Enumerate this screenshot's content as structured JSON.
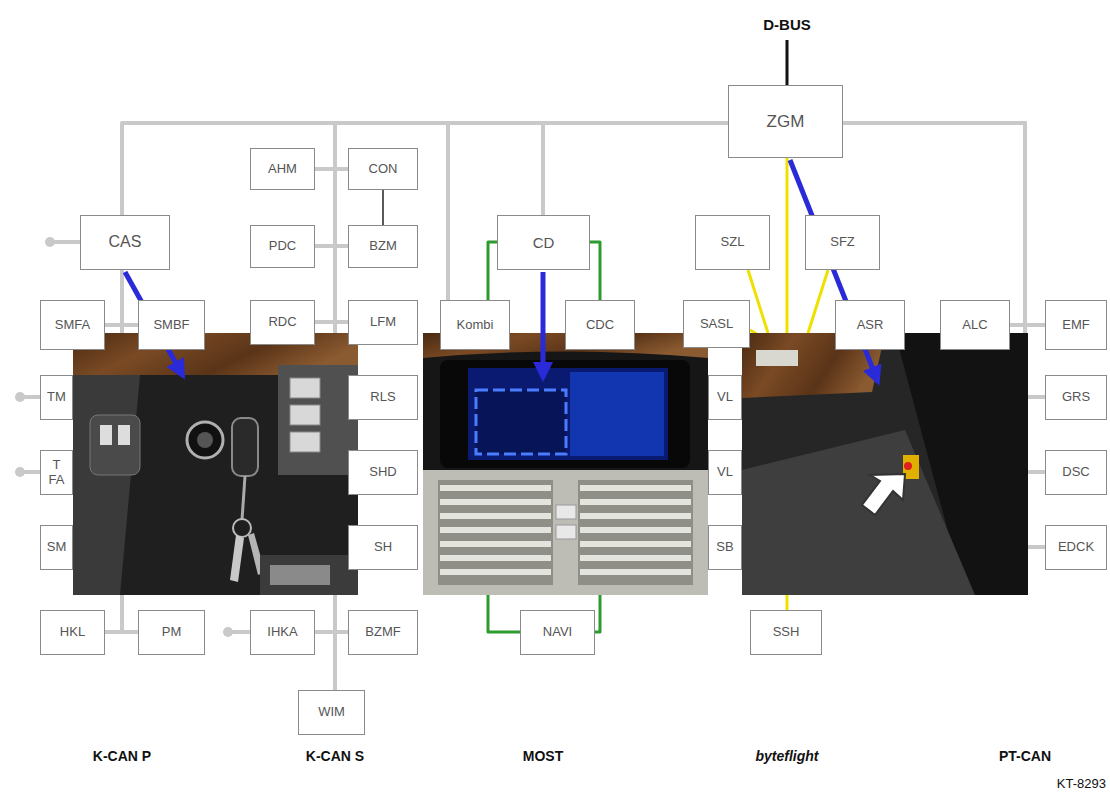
{
  "diagram": {
    "nodes": [
      {
        "text": [
          "ZGM"
        ]
      },
      {
        "text": [
          "AHM"
        ]
      },
      {
        "text": [
          "CON"
        ]
      },
      {
        "text": [
          "CAS"
        ]
      },
      {
        "text": [
          "PDC"
        ]
      },
      {
        "text": [
          "BZM"
        ]
      },
      {
        "text": [
          "CD"
        ]
      },
      {
        "text": [
          "SZL"
        ]
      },
      {
        "text": [
          "SFZ"
        ]
      },
      {
        "text": [
          "SMFA"
        ]
      },
      {
        "text": [
          "SMBF"
        ]
      },
      {
        "text": [
          "RDC"
        ]
      },
      {
        "text": [
          "LFM"
        ]
      },
      {
        "text": [
          "Kombi"
        ]
      },
      {
        "text": [
          "CDC"
        ]
      },
      {
        "text": [
          "SASL"
        ]
      },
      {
        "text": [
          "ASR"
        ]
      },
      {
        "text": [
          "ALC"
        ]
      },
      {
        "text": [
          "EMF"
        ]
      },
      {
        "text": [
          "TM"
        ]
      },
      {
        "text": [
          "RLS"
        ]
      },
      {
        "text": [
          "VL"
        ]
      },
      {
        "text": [
          "GRS"
        ]
      },
      {
        "text": [
          "T FA"
        ]
      },
      {
        "text": [
          "SHD"
        ]
      },
      {
        "text": [
          "VL"
        ]
      },
      {
        "text": [
          "DSC"
        ]
      },
      {
        "text": [
          "SM"
        ]
      },
      {
        "text": [
          "SH"
        ]
      },
      {
        "text": [
          "SB"
        ]
      },
      {
        "text": [
          "EDCK"
        ]
      },
      {
        "text": [
          "HKL"
        ]
      },
      {
        "text": [
          "PM"
        ]
      },
      {
        "text": [
          "IHKA"
        ]
      },
      {
        "text": [
          "BZMF"
        ]
      },
      {
        "text": [
          "NAVI"
        ]
      },
      {
        "text": [
          "SSH"
        ]
      },
      {
        "text": [
          "WIM"
        ]
      }
    ],
    "edges": [
      {
        "from": 0,
        "to": 3,
        "arrow": "none"
      },
      {
        "from": 3,
        "to": 9,
        "arrow": "none"
      },
      {
        "from": 3,
        "to": 10,
        "arrow": "none"
      },
      {
        "from": 3,
        "to": 19,
        "arrow": "none"
      },
      {
        "from": 3,
        "to": 23,
        "arrow": "none"
      },
      {
        "from": 3,
        "to": 27,
        "arrow": "none"
      },
      {
        "from": 3,
        "to": 31,
        "arrow": "none"
      },
      {
        "from": 3,
        "to": 32,
        "arrow": "none"
      },
      {
        "from": 0,
        "to": 1,
        "arrow": "none"
      },
      {
        "from": 0,
        "to": 2,
        "arrow": "none"
      },
      {
        "from": 0,
        "to": 4,
        "arrow": "none"
      },
      {
        "from": 0,
        "to": 5,
        "arrow": "none"
      },
      {
        "from": 0,
        "to": 11,
        "arrow": "none"
      },
      {
        "from": 0,
        "to": 12,
        "arrow": "none"
      },
      {
        "from": 0,
        "to": 20,
        "arrow": "none"
      },
      {
        "from": 0,
        "to": 24,
        "arrow": "none"
      },
      {
        "from": 0,
        "to": 28,
        "arrow": "none"
      },
      {
        "from": 0,
        "to": 33,
        "arrow": "none"
      },
      {
        "from": 0,
        "to": 34,
        "arrow": "none"
      },
      {
        "from": 0,
        "to": 37,
        "arrow": "none"
      },
      {
        "from": 2,
        "to": 5,
        "arrow": "none"
      },
      {
        "from": 0,
        "to": 13,
        "arrow": "none"
      },
      {
        "from": 0,
        "to": 6,
        "arrow": "none"
      },
      {
        "from": 6,
        "to": 13,
        "arrow": "none"
      },
      {
        "from": 6,
        "to": 14,
        "arrow": "none"
      },
      {
        "from": 13,
        "to": 35,
        "arrow": "none"
      },
      {
        "from": 14,
        "to": 35,
        "arrow": "none"
      },
      {
        "from": 0,
        "to": 17,
        "arrow": "none"
      },
      {
        "from": 0,
        "to": 18,
        "arrow": "none"
      },
      {
        "from": 0,
        "to": 22,
        "arrow": "none"
      },
      {
        "from": 0,
        "to": 26,
        "arrow": "none"
      },
      {
        "from": 0,
        "to": 30,
        "arrow": "none"
      }
    ],
    "labels": [
      "D-BUS",
      "K-CAN P",
      "K-CAN S",
      "MOST",
      "byteflight",
      "PT-CAN",
      "KT-8293"
    ]
  }
}
